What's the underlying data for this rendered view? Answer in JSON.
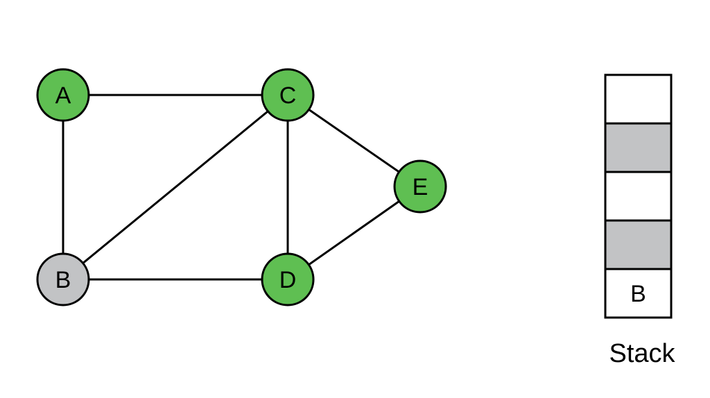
{
  "graph": {
    "nodes": [
      {
        "id": "A",
        "label": "A",
        "state": "visited"
      },
      {
        "id": "B",
        "label": "B",
        "state": "current"
      },
      {
        "id": "C",
        "label": "C",
        "state": "visited"
      },
      {
        "id": "D",
        "label": "D",
        "state": "visited"
      },
      {
        "id": "E",
        "label": "E",
        "state": "visited"
      }
    ],
    "edges": [
      [
        "A",
        "C"
      ],
      [
        "A",
        "B"
      ],
      [
        "B",
        "C"
      ],
      [
        "B",
        "D"
      ],
      [
        "C",
        "D"
      ],
      [
        "C",
        "E"
      ],
      [
        "D",
        "E"
      ]
    ]
  },
  "stack": {
    "title": "Stack",
    "cells": [
      {
        "text": "",
        "state": "empty"
      },
      {
        "text": "",
        "state": "filled"
      },
      {
        "text": "",
        "state": "empty"
      },
      {
        "text": "",
        "state": "filled"
      },
      {
        "text": "B",
        "state": "empty"
      }
    ]
  },
  "colors": {
    "visited": "#5fbf52",
    "current": "#c2c3c5",
    "filled": "#c2c3c5",
    "empty": "#ffffff",
    "stroke": "#000000"
  }
}
